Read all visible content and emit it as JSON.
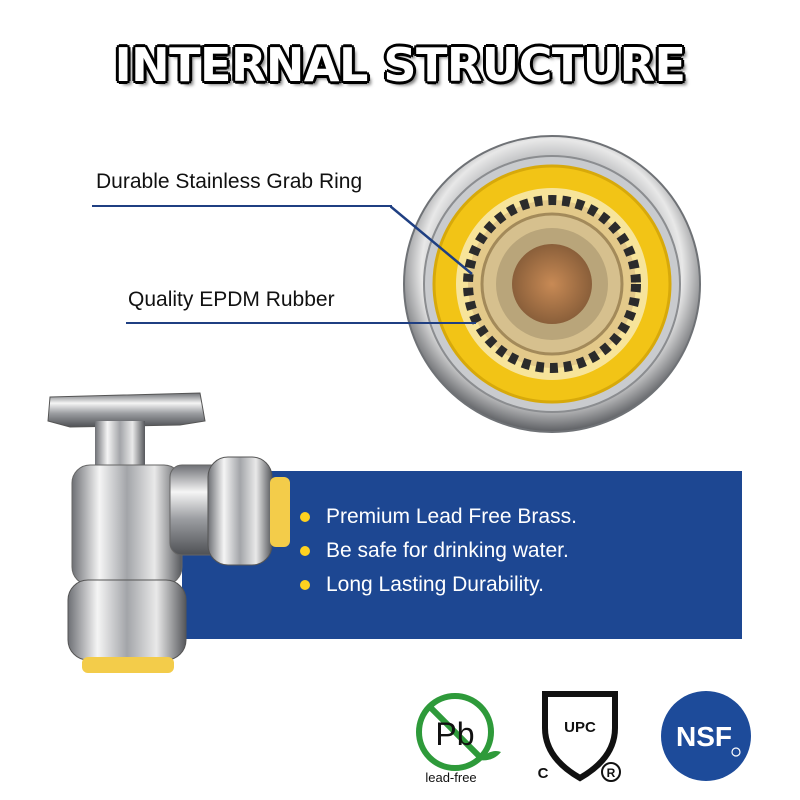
{
  "title": "INTERNAL STRUCTURE",
  "callouts": [
    {
      "label": "Durable Stainless  Grab Ring"
    },
    {
      "label": "Quality  EPDM Rubber"
    }
  ],
  "features": [
    "Premium Lead  Free Brass.",
    "Be safe for drinking water.",
    "Long Lasting Durability."
  ],
  "certifications": {
    "lead_free": {
      "symbol": "Pb",
      "caption": "lead-free"
    },
    "upc": {
      "text": "UPC",
      "mark_c": "C",
      "mark_r": "R"
    },
    "nsf": {
      "text": "NSF"
    }
  },
  "colors": {
    "banner": "#1d4792",
    "bullet": "#ffd21f",
    "callout_line": "#1f3f82",
    "lead_free_green": "#2e9a3a",
    "nsf_blue": "#1d4b9a"
  },
  "icons": [
    "fitting-cross-section",
    "angle-stop-valve",
    "lead-free-icon",
    "upc-shield-icon",
    "nsf-seal-icon"
  ]
}
